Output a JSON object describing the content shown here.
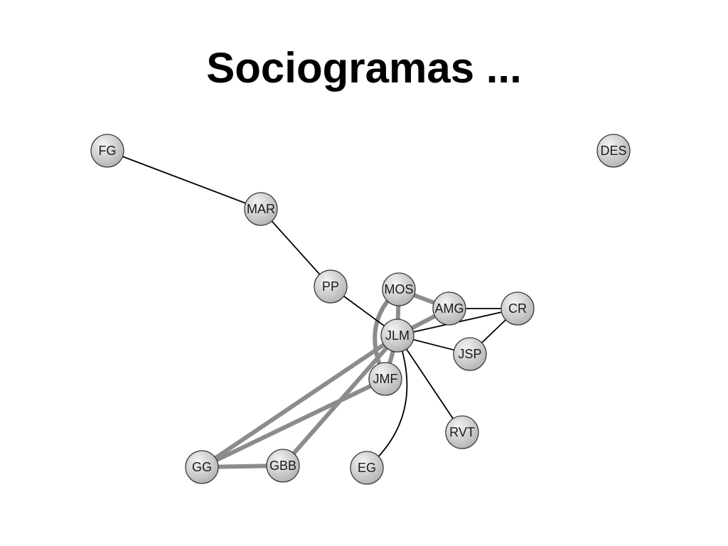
{
  "title": "Sociogramas ...",
  "colors": {
    "thin_edge": "#000000",
    "thick_edge": "#8c8c8c",
    "node_fill_light": "#f4f4f4",
    "node_fill_dark": "#b4b4b4",
    "node_stroke": "#3a3a3a"
  },
  "nodes": [
    {
      "id": "FG",
      "label": "FG"
    },
    {
      "id": "DES",
      "label": "DES"
    },
    {
      "id": "MAR",
      "label": "MAR"
    },
    {
      "id": "PP",
      "label": "PP"
    },
    {
      "id": "MOS",
      "label": "MOS"
    },
    {
      "id": "AMG",
      "label": "AMG"
    },
    {
      "id": "CR",
      "label": "CR"
    },
    {
      "id": "JLM",
      "label": "JLM"
    },
    {
      "id": "JSP",
      "label": "JSP"
    },
    {
      "id": "JMF",
      "label": "JMF"
    },
    {
      "id": "RVT",
      "label": "RVT"
    },
    {
      "id": "GG",
      "label": "GG"
    },
    {
      "id": "GBB",
      "label": "GBB"
    },
    {
      "id": "EG",
      "label": "EG"
    }
  ],
  "edges": [
    {
      "source": "FG",
      "target": "MAR",
      "weight": "thin"
    },
    {
      "source": "MAR",
      "target": "PP",
      "weight": "thin"
    },
    {
      "source": "PP",
      "target": "JLM",
      "weight": "thin"
    },
    {
      "source": "AMG",
      "target": "CR",
      "weight": "thin"
    },
    {
      "source": "JLM",
      "target": "CR",
      "weight": "thin"
    },
    {
      "source": "JSP",
      "target": "CR",
      "weight": "thin"
    },
    {
      "source": "JLM",
      "target": "JSP",
      "weight": "thin"
    },
    {
      "source": "JLM",
      "target": "RVT",
      "weight": "thin"
    },
    {
      "source": "JLM",
      "target": "EG",
      "weight": "thin"
    },
    {
      "source": "MOS",
      "target": "AMG",
      "weight": "thick"
    },
    {
      "source": "MOS",
      "target": "JLM",
      "weight": "thick"
    },
    {
      "source": "JLM",
      "target": "AMG",
      "weight": "thick"
    },
    {
      "source": "MOS",
      "target": "JMF",
      "weight": "thick"
    },
    {
      "source": "JLM",
      "target": "JMF",
      "weight": "thick"
    },
    {
      "source": "JLM",
      "target": "GG",
      "weight": "thick"
    },
    {
      "source": "JMF",
      "target": "GG",
      "weight": "thick"
    },
    {
      "source": "JLM",
      "target": "GBB",
      "weight": "thick"
    },
    {
      "source": "GG",
      "target": "GBB",
      "weight": "thick"
    }
  ]
}
